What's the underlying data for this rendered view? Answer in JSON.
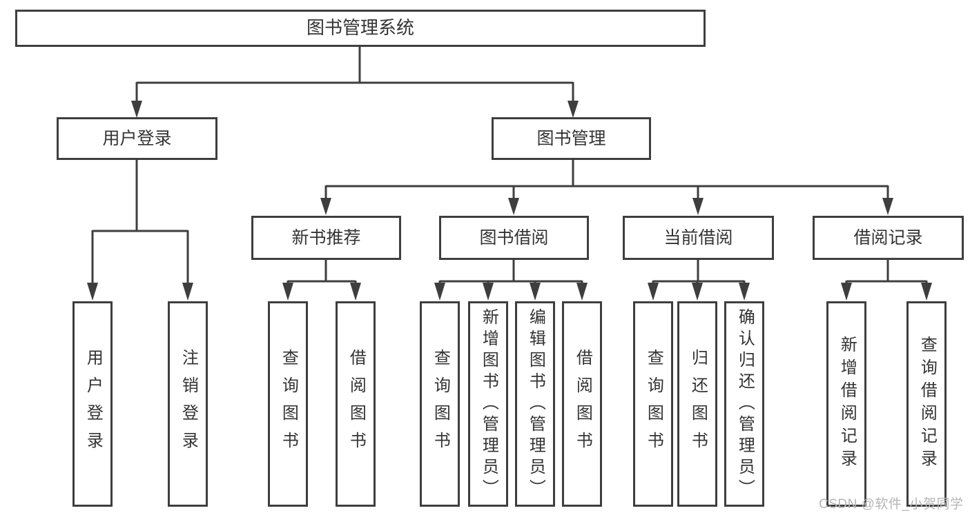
{
  "diagram": {
    "type": "hierarchy-tree",
    "colors": {
      "line": "#3e3e3e",
      "box_border": "#3e3e3e",
      "text": "#333333",
      "background": "#ffffff",
      "watermark_text": "#b5b5b5"
    }
  },
  "tree": {
    "label": "图书管理系统",
    "children": [
      {
        "label": "用户登录",
        "children": [
          {
            "label": "用户登录"
          },
          {
            "label": "注销登录"
          }
        ]
      },
      {
        "label": "图书管理",
        "children": [
          {
            "label": "新书推荐",
            "children": [
              {
                "label": "查询图书"
              },
              {
                "label": "借阅图书"
              }
            ]
          },
          {
            "label": "图书借阅",
            "children": [
              {
                "label": "查询图书"
              },
              {
                "label": "新增图书（管理员）"
              },
              {
                "label": "编辑图书（管理员）"
              },
              {
                "label": "借阅图书"
              }
            ]
          },
          {
            "label": "当前借阅",
            "children": [
              {
                "label": "查询图书"
              },
              {
                "label": "归还图书"
              },
              {
                "label": "确认归还（管理员）"
              }
            ]
          },
          {
            "label": "借阅记录",
            "children": [
              {
                "label": "新增借阅记录"
              },
              {
                "label": "查询借阅记录"
              }
            ]
          }
        ]
      }
    ]
  },
  "watermark": {
    "text": "CSDN @软件_小贺同学"
  }
}
